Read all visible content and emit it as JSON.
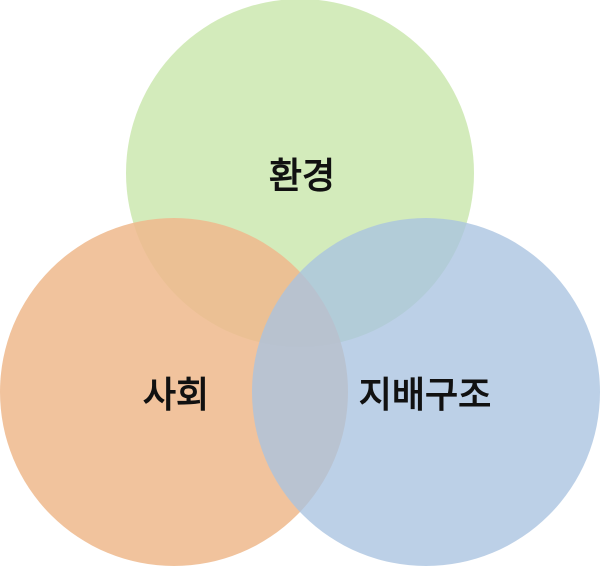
{
  "diagram": {
    "type": "venn",
    "circles": [
      {
        "key": "environment",
        "label": "환경",
        "color": "#c7e5a8",
        "opacity": 0.78
      },
      {
        "key": "social",
        "label": "사회",
        "color": "#efb98d",
        "opacity": 0.86
      },
      {
        "key": "governance",
        "label": "지배구조",
        "color": "#a9c3e0",
        "opacity": 0.78
      }
    ]
  }
}
